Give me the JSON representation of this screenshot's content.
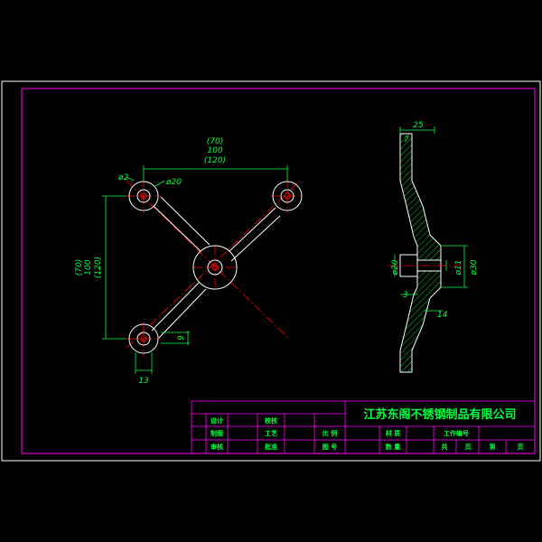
{
  "colors": {
    "background": "#000000",
    "outer_border": "#ffffff",
    "inner_border": "#ff00ff",
    "part_outline": "#ffffff",
    "center_line": "#ff0000",
    "dimension": "#00ff40",
    "hatch": "#00ff40",
    "titleblock_line": "#ff00ff"
  },
  "front_view": {
    "dim_horizontal": {
      "line1": "(70)",
      "line2": "100",
      "line3": "(120)"
    },
    "dim_vertical": {
      "line1": "(70)",
      "line2": "100",
      "line3": "(120)"
    },
    "dim_small_hole": "ø2",
    "dim_hole": "ø20",
    "dim_arm_width": "9",
    "dim_boss": "13"
  },
  "side_view": {
    "dim_thickness": "25",
    "dim_top_small": "7",
    "dim_bore": "ø20",
    "dim_shaft": "ø11",
    "dim_flange": "ø30",
    "dim_step": "3",
    "dim_bottom": "14"
  },
  "title_block": {
    "company": "江苏东阁不锈钢制品有限公司",
    "row1": [
      "设计",
      "",
      "校核",
      ""
    ],
    "row2": [
      "制图",
      "",
      "工艺",
      "",
      "比 例",
      "",
      "材 质",
      "",
      "工作编号",
      ""
    ],
    "row3": [
      "审核",
      "",
      "批准",
      "",
      "图 号",
      "",
      "数 量",
      "",
      "共",
      "页",
      "第",
      "页"
    ]
  }
}
